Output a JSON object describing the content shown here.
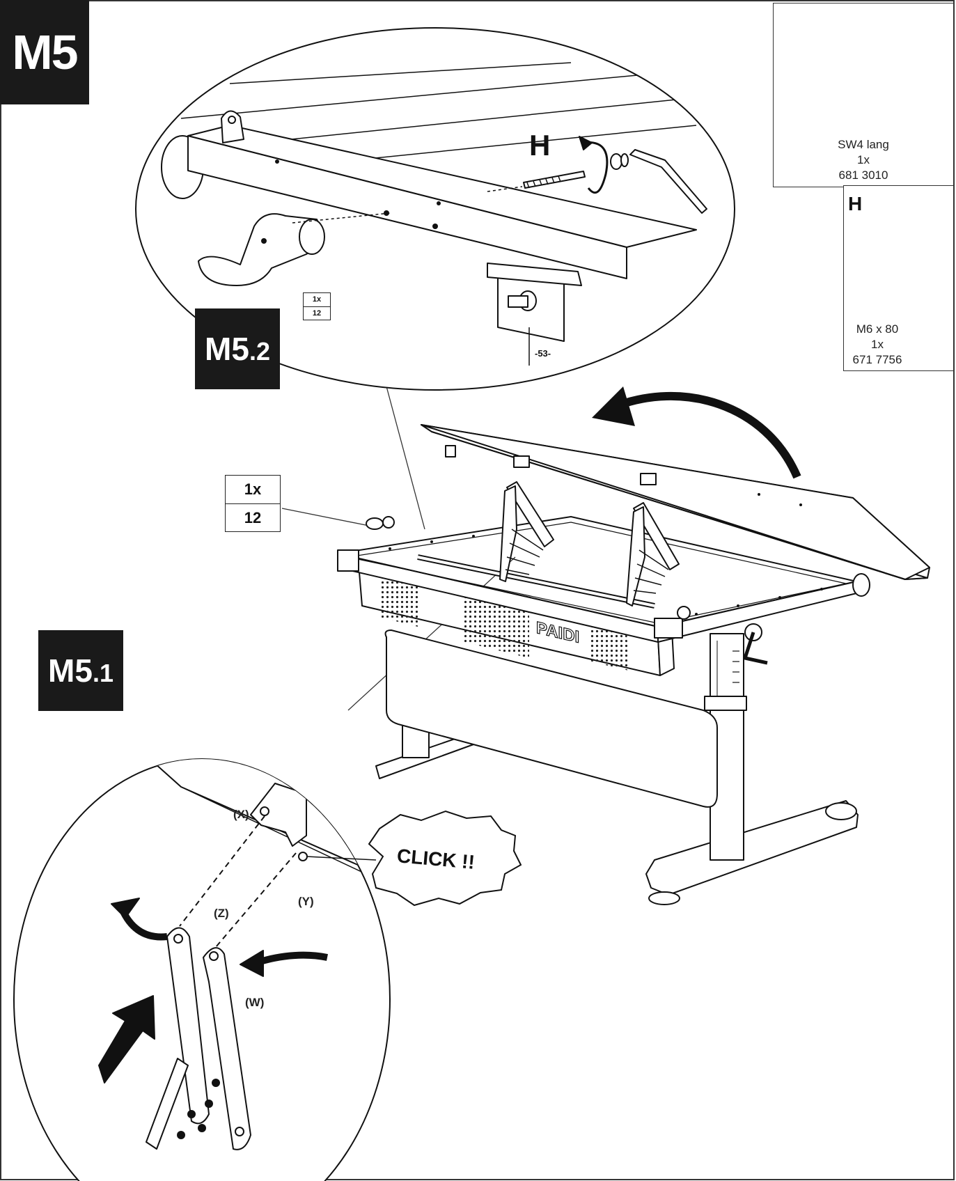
{
  "steps": {
    "main": "M5",
    "detail_1": {
      "base": "M5",
      "suffix": ".1"
    },
    "detail_2": {
      "base": "M5",
      "suffix": ".2"
    }
  },
  "parts": {
    "hex_key": {
      "name": "SW4 lang",
      "qty": "1x",
      "article": "681 3010"
    },
    "bolt": {
      "ref": "H",
      "size": "M6 x 80",
      "qty": "1x",
      "article": "671 7756"
    }
  },
  "callouts": {
    "part_12": {
      "qty": "1x",
      "number": "12"
    },
    "detail_part_12": {
      "qty": "1x",
      "number": "12"
    },
    "bolt_ref": "H",
    "click": "CLICK !!",
    "brand": "PAIDI",
    "stop_mark": "-53-"
  },
  "point_labels": {
    "x": "(X)",
    "y": "(Y)",
    "z": "(Z)",
    "w": "(W)"
  },
  "colors": {
    "ink": "#111111",
    "badge": "#1a1a1a",
    "paper": "#ffffff"
  }
}
